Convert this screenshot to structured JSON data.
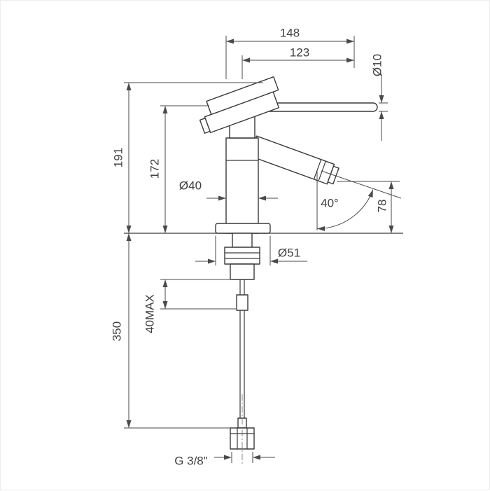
{
  "dimensions": {
    "total_projection": "148",
    "spout_projection": "123",
    "handle_diameter": "Ø10",
    "total_height": "191",
    "body_height": "172",
    "body_diameter": "Ø40",
    "spout_angle": "40°",
    "outlet_height": "78",
    "base_diameter": "Ø51",
    "max_deck_thickness": "40MAX",
    "hose_length": "350",
    "connection_thread": "G 3/8\""
  },
  "colors": {
    "line": "#3a3a3a",
    "dimension": "#4a4a4a"
  }
}
